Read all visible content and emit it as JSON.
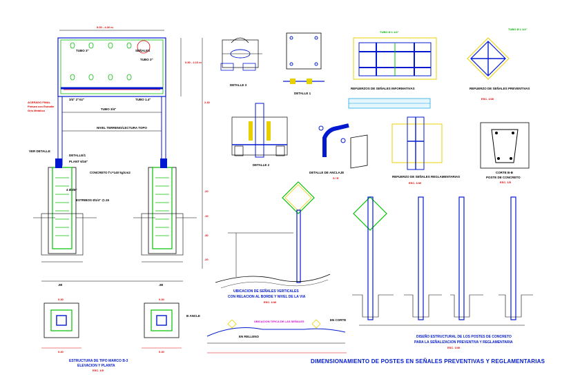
{
  "details": {
    "detalle3": "DETALLE 3",
    "detalle1": "DETALLE 1",
    "detalle2": "DETALLE 2",
    "anclaje": "DETALLE DE ANCLAJE",
    "anclaje_scale": "S / E",
    "refuerzo_info": "REFUERZOS DE SEÑALES INFORMATIVAS",
    "refuerzo_prev": "REFUERZO DE SEÑALES PREVENTIVAS",
    "refuerzo_prev_scale": "ESC. 1/40",
    "refuerzo_regl": "REFUERZO DE SEÑALES REGLAMENTARIAS",
    "refuerzo_regl_scale": "ESC. 1/40",
    "corte": "CORTE B-B",
    "corte_sub": "POSTE DE CONCRETO",
    "corte_scale": "ESC. 1/5",
    "ubicacion_1": "UBICACION DE SEÑALES VERTICALES",
    "ubicacion_2": "CON RELACION AL BORDE Y NIVEL DE LA VIA",
    "ubicacion_scale": "ESC. 1/40",
    "diseno_1": "DISEÑO ESTRUCTURAL DE LOS POSTES DE CONCRETO",
    "diseno_2": "PARA LA SEÑALIZACION PREVENTIVA Y REGLAMENTARIA",
    "diseno_scale": "ESC. 1/40",
    "estructura_1": "ESTRUCTURA DE TIPO MARCO B-3",
    "estructura_2": "ELEVACION Y PLANTA",
    "estructura_scale": "ESC. 1/5"
  },
  "labels": {
    "en_relleno": "EN RELLENO",
    "en_corte": "EN CORTE",
    "ubicacion_perfil": "UBICACION TIPICA DE LAS SEÑALES"
  },
  "main_title": "DIMENSIONAMIENTO DE POSTES EN SEÑALES PREVENTIVAS Y REGLAMENTARIAS",
  "colors": {
    "blue": "#0018d0",
    "green": "#00c000",
    "red": "#e00000",
    "magenta": "#d000d0",
    "yellow": "#e8d000",
    "cyan": "#00a0e0"
  }
}
